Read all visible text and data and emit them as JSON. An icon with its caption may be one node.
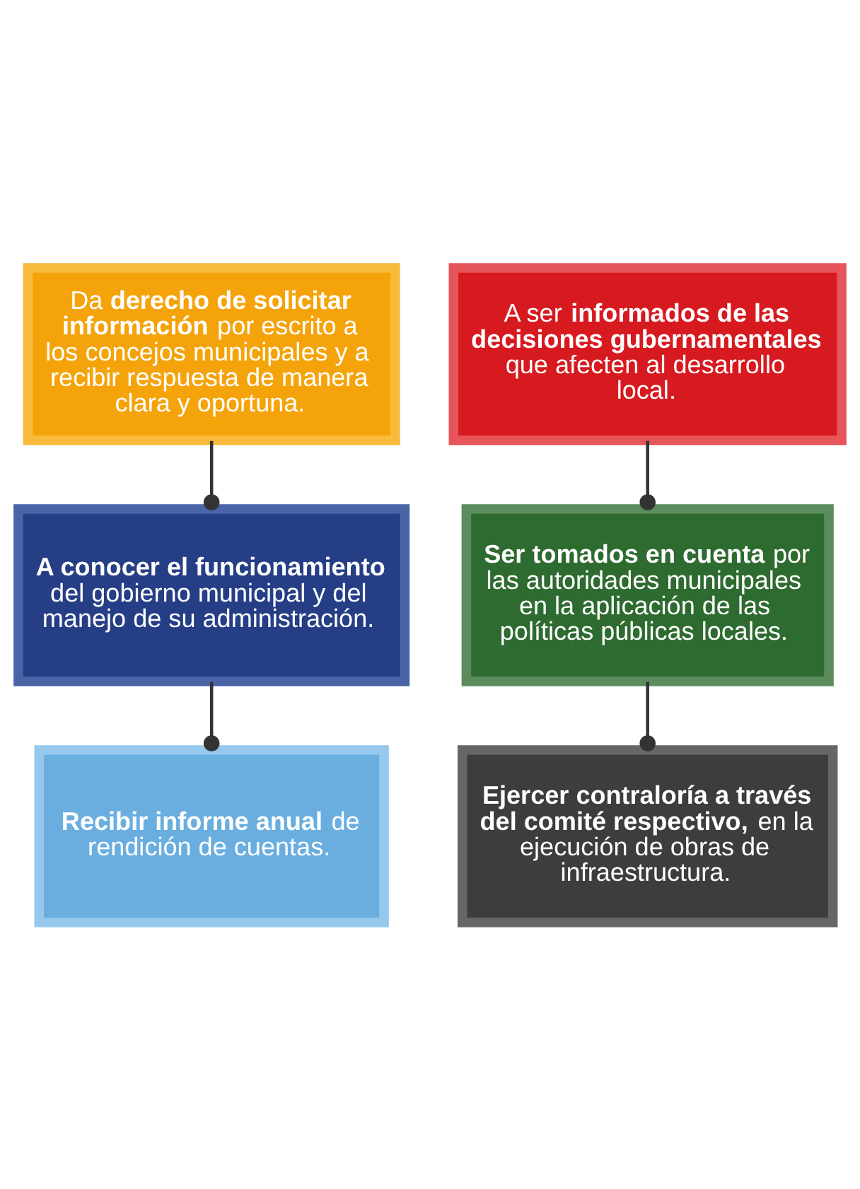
{
  "diagram": {
    "nodes": [
      {
        "text": [
          "Da **derecho de solicitar información** por escrito a los concejos municipales y a recibir respuesta de manera clara y oportuna."
        ]
      },
      {
        "text": [
          "A ser **informados de las decisiones gubernamentales** que afecten al desarrollo local."
        ]
      },
      {
        "text": [
          "**A conocer el funcionamiento** del gobierno municipal y del manejo de su administración."
        ]
      },
      {
        "text": [
          "**Ser tomados en cuenta** por las autoridades municipales en la aplicación de las políticas públicas locales."
        ]
      },
      {
        "text": [
          "**Recibir informe anual** de rendición de cuentas."
        ]
      },
      {
        "text": [
          "**Ejercer contraloría a través del comité respectivo,** en la ejecución de obras de infraestructura."
        ]
      }
    ],
    "edges": [
      {
        "from": 0,
        "to": 2,
        "arrow": "other"
      },
      {
        "from": 1,
        "to": 3,
        "arrow": "other"
      },
      {
        "from": 2,
        "to": 4,
        "arrow": "other"
      },
      {
        "from": 3,
        "to": 5,
        "arrow": "other"
      }
    ]
  }
}
